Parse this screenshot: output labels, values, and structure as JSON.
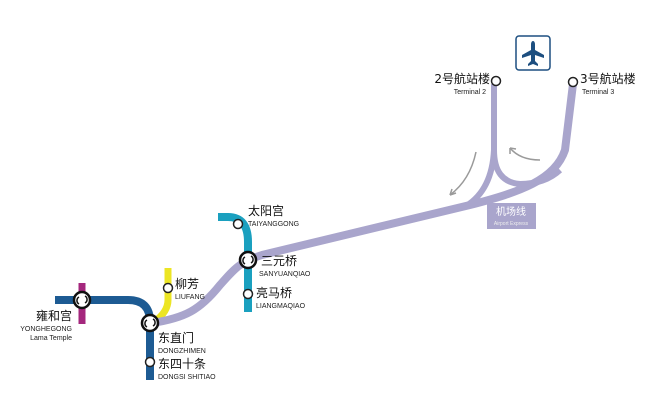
{
  "colors": {
    "airport_line": "#a9a5cc",
    "line2": "#1d5b93",
    "line5": "#a4277d",
    "line13": "#ece524",
    "line10": "#1aa0bf",
    "airport_icon": "#1d4f80",
    "direction_arrow": "#9a9a9a"
  },
  "airport_icon": "airplane-icon",
  "line_label": {
    "name": "机场线",
    "sub": "Airport Express"
  },
  "stations": {
    "terminal2": {
      "cn": "2号航站楼",
      "en": "Terminal 2"
    },
    "terminal3": {
      "cn": "3号航站楼",
      "en": "Terminal 3"
    },
    "taiyanggong": {
      "cn": "太阳宫",
      "en": "TAIYANGGONG"
    },
    "sanyuanqiao": {
      "cn": "三元桥",
      "en": "SANYUANQIAO"
    },
    "liangmaqiao": {
      "cn": "亮马桥",
      "en": "LIANGMAQIAO"
    },
    "liufang": {
      "cn": "柳芳",
      "en": "LIUFANG"
    },
    "yonghegong": {
      "cn": "雍和宫",
      "en": "YONGHEGONG",
      "en2": "Lama Temple"
    },
    "dongzhimen": {
      "cn": "东直门",
      "en": "DONGZHIMEN"
    },
    "dongsishitiao": {
      "cn": "东四十条",
      "en": "DONGSI SHITIAO"
    }
  }
}
